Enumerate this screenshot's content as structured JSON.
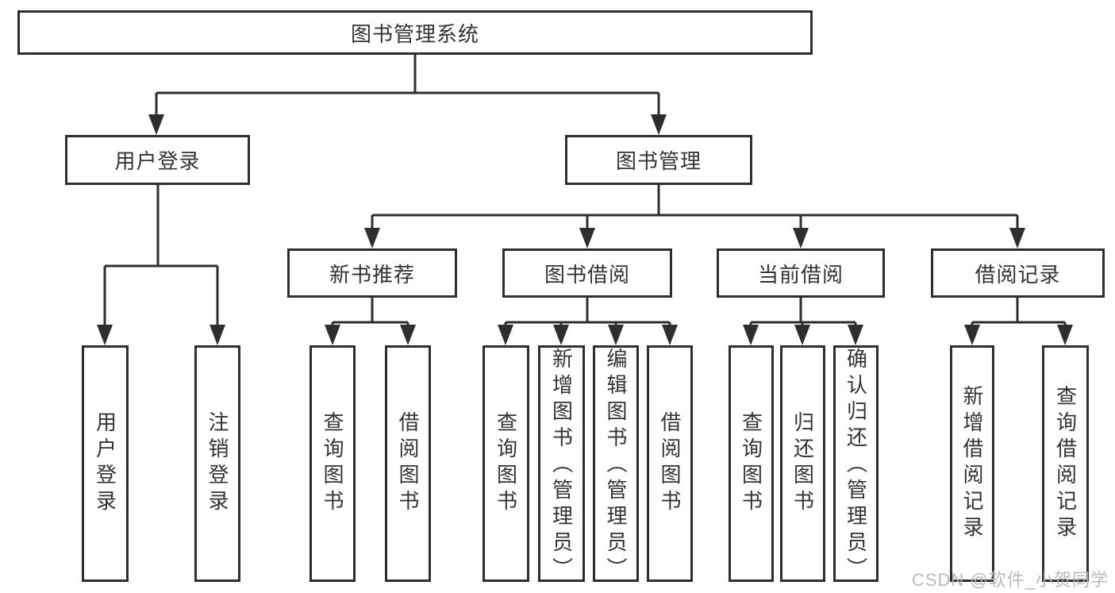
{
  "diagram": {
    "root": {
      "label": "图书管理系统"
    },
    "level2": [
      {
        "label": "用户登录"
      },
      {
        "label": "图书管理"
      }
    ],
    "level3": [
      {
        "label": "新书推荐"
      },
      {
        "label": "图书借阅"
      },
      {
        "label": "当前借阅"
      },
      {
        "label": "借阅记录"
      }
    ],
    "leaves": {
      "user_login": [
        "用户登录",
        "注销登录"
      ],
      "new_book": [
        "查询图书",
        "借阅图书"
      ],
      "book_borrow": [
        "查询图书",
        "新增图书（管理员）",
        "编辑图书（管理员）",
        "借阅图书"
      ],
      "current_borrow": [
        "查询图书",
        "归还图书",
        "确认归还（管理员）"
      ],
      "borrow_record": [
        "新增借阅记录",
        "查询借阅记录"
      ]
    },
    "colors": {
      "line": "#2e2e2e",
      "text": "#333333",
      "background": "#ffffff",
      "watermark": "#b9b9b9"
    }
  },
  "watermark": {
    "text": "CSDN @软件_小贺同学"
  }
}
